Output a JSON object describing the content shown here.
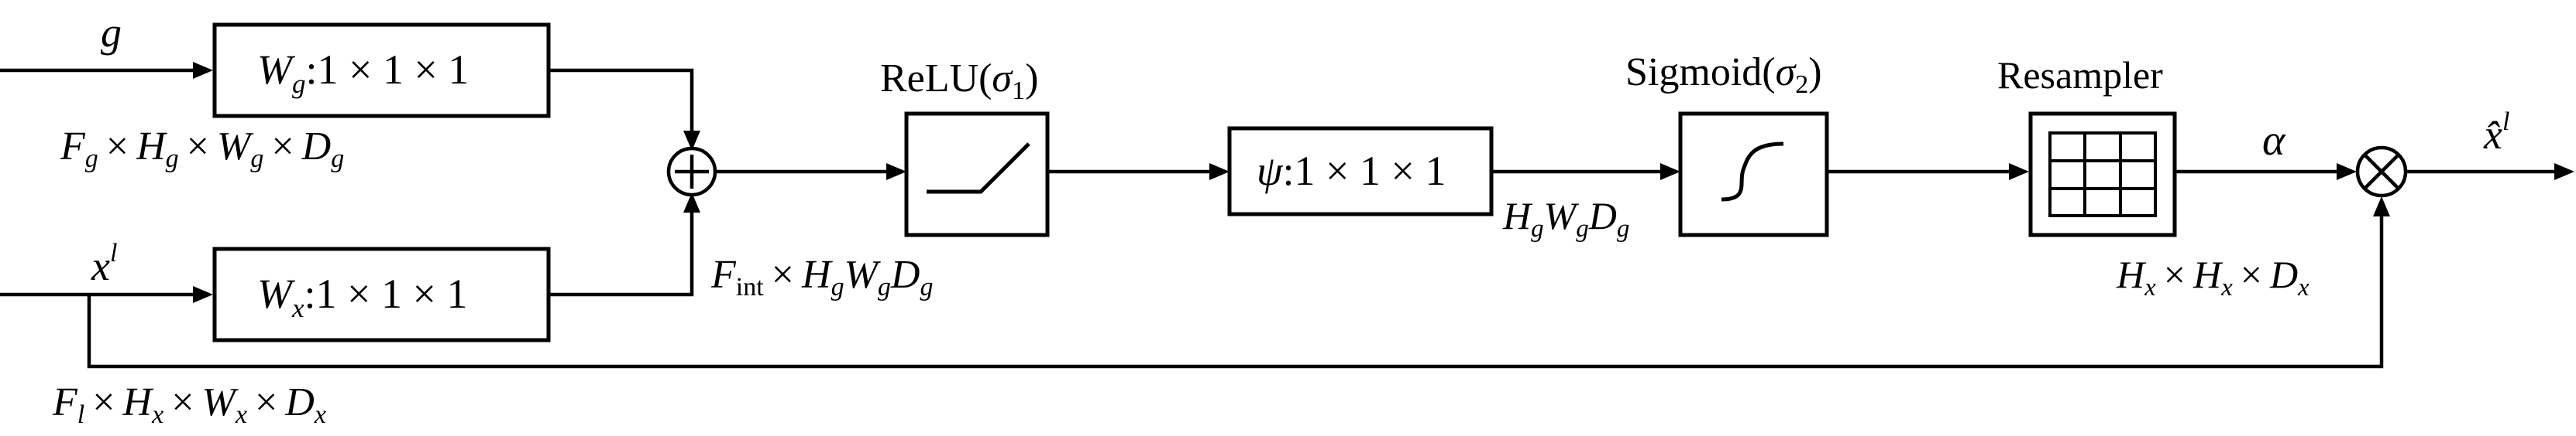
{
  "inputs": {
    "g": {
      "symbol": "g",
      "shape": {
        "F": "F",
        "H": "H",
        "W": "W",
        "D": "D",
        "sub": "g",
        "times": "×"
      }
    },
    "x": {
      "symbol": "x",
      "sup": "l",
      "shape": {
        "F": "F",
        "Fsub": "l",
        "H": "H",
        "W": "W",
        "D": "D",
        "sub": "x",
        "times": "×"
      }
    }
  },
  "blocks": {
    "wg": {
      "letter": "W",
      "sub": "g",
      "kernel": ":1 × 1 × 1"
    },
    "wx": {
      "letter": "W",
      "sub": "x",
      "kernel": ":1 × 1 × 1"
    },
    "relu": {
      "title": "ReLU(",
      "sigma": "σ",
      "sub": "1",
      "close": ")"
    },
    "psi": {
      "letter": "ψ",
      "kernel": ":1 × 1 × 1"
    },
    "sigmoid": {
      "title": "Sigmoid(",
      "sigma": "σ",
      "sub": "2",
      "close": ")"
    },
    "resampler": {
      "title": "Resampler"
    }
  },
  "labels": {
    "sum_shape": {
      "F": "F",
      "Fsub": "int",
      "times": "×",
      "H": "H",
      "W": "W",
      "D": "D",
      "sub": "g"
    },
    "psi_shape": {
      "H": "H",
      "W": "W",
      "D": "D",
      "sub": "g"
    },
    "resampler_shape": {
      "H": "H",
      "sub": "x",
      "D": "D",
      "times": "×"
    },
    "alpha": "α",
    "output": {
      "symbol": "x̂",
      "sup": "l"
    }
  },
  "ops": {
    "sum": "add",
    "product": "multiply"
  }
}
